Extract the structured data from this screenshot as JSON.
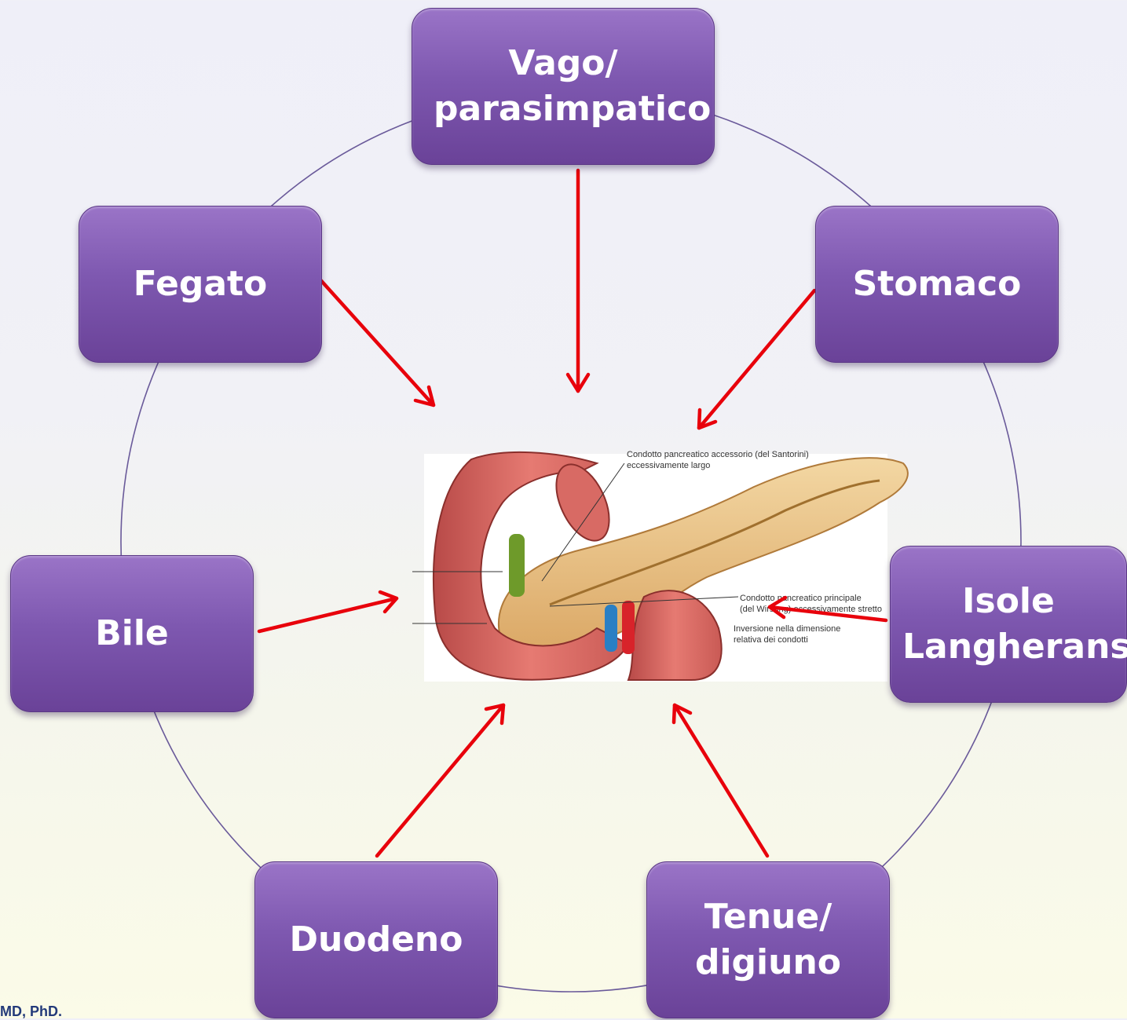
{
  "nodes": {
    "vago": "Vago/ parasimpatico",
    "stomaco": "Stomaco",
    "isole": "Isole Langherans",
    "tenue": "Tenue/ digiuno",
    "duodeno": "Duodeno",
    "bile": "Bile",
    "fegato": "Fegato"
  },
  "center_image": {
    "description": "pancreas-illustration",
    "labels": {
      "top_line1": "Condotto pancreatico accessorio (del Santorini)",
      "top_line2": "eccessivamente largo",
      "mid_line1": "Condotto pancreatico principale",
      "mid_line2": "(del Wirsung) eccessivamente stretto",
      "bottom_line1": "Inversione nella dimensione",
      "bottom_line2": "relativa dei condotti"
    }
  },
  "footer": {
    "text": "MD, PhD."
  },
  "colors": {
    "node_fill": "#7e58b0",
    "arrow": "#e8000b",
    "ring": "#6a5a9a"
  }
}
